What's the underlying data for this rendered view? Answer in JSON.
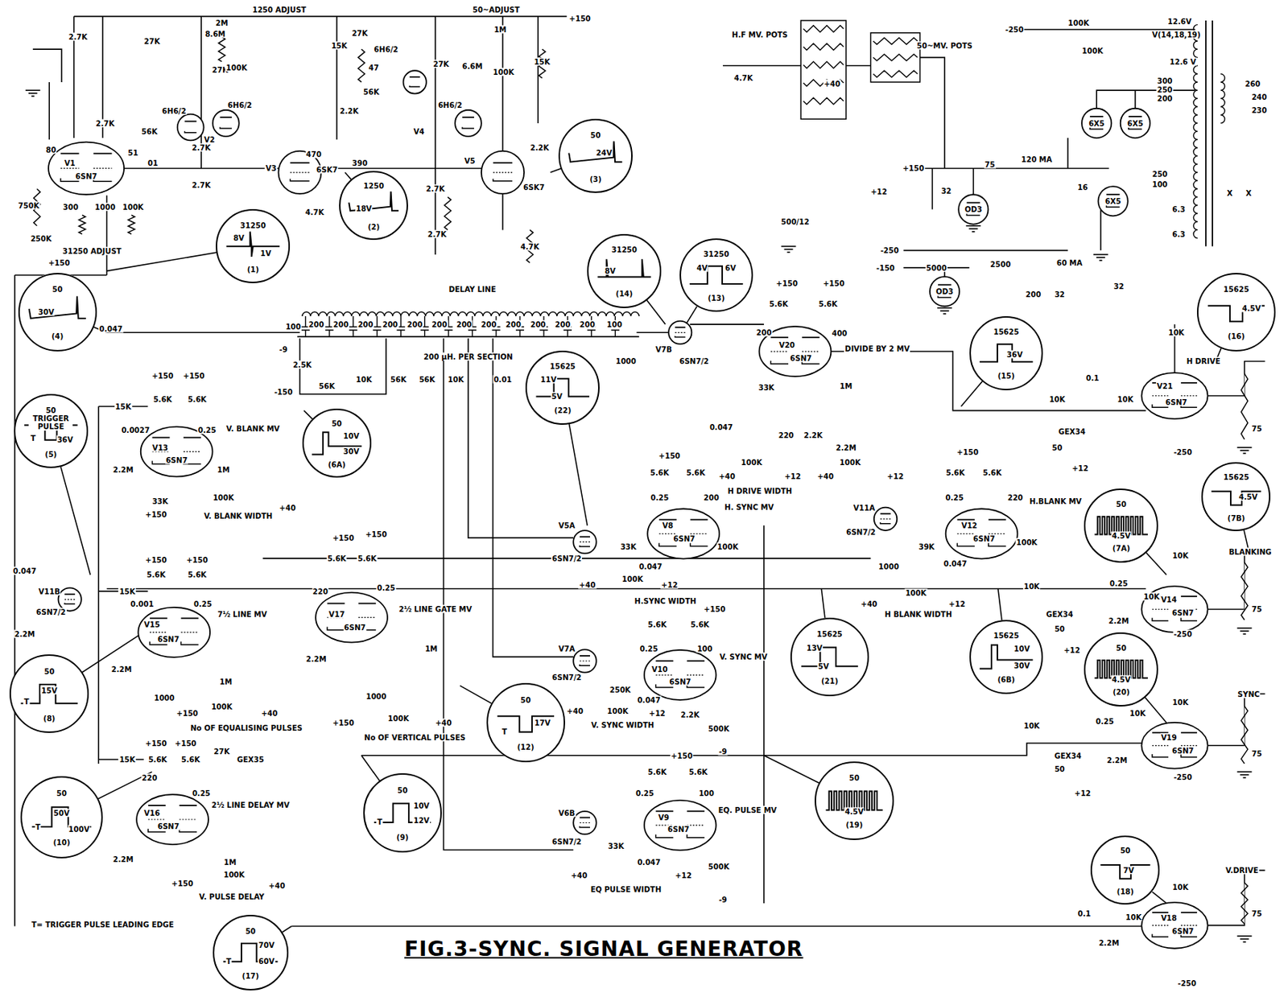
{
  "diagram": {
    "title": "FIG.3-SYNC. SIGNAL GENERATOR",
    "nodes": [
      {
        "text": [
          "50",
          "24V",
          "(3)"
        ]
      },
      {
        "text": [
          "1250",
          "18V",
          "(2)"
        ]
      },
      {
        "text": [
          "31250",
          "8V",
          "1V",
          "(1)"
        ]
      },
      {
        "text": [
          "50",
          "30V",
          "(4)"
        ]
      },
      {
        "text": [
          "31250",
          "8V",
          "(14)"
        ]
      },
      {
        "text": [
          "31250",
          "4V",
          "6V",
          "(13)"
        ]
      },
      {
        "text": [
          "15625",
          "4.5V",
          "(16)"
        ]
      },
      {
        "text": [
          "50",
          "10V",
          "30V",
          "(6A)"
        ]
      },
      {
        "text": [
          "15625",
          "36V",
          "(15)"
        ]
      },
      {
        "text": [
          "15625",
          "11V",
          "5V",
          "(22)"
        ]
      },
      {
        "text": [
          "50",
          "TRIGGER PULSE",
          "T",
          "36V",
          "(5)"
        ]
      },
      {
        "text": [
          "15625",
          "4.5V",
          "(7B)"
        ]
      },
      {
        "text": [
          "50",
          "4.5V",
          "(7A)"
        ]
      },
      {
        "text": [
          "15625",
          "13V",
          "5V",
          "(21)"
        ]
      },
      {
        "text": [
          "15625",
          "10V",
          "30V",
          "(6B)"
        ]
      },
      {
        "text": [
          "50",
          "4.5V",
          "(20)"
        ]
      },
      {
        "text": [
          "50",
          "T",
          "15V",
          "(8)"
        ]
      },
      {
        "text": [
          "50",
          "T",
          "17V",
          "(12)"
        ]
      },
      {
        "text": [
          "50",
          "4.5V",
          "(19)"
        ]
      },
      {
        "text": [
          "50",
          "T",
          "10V",
          "12V",
          "(9)"
        ]
      },
      {
        "text": [
          "50",
          "T",
          "50V",
          "100V",
          "(10)"
        ]
      },
      {
        "text": [
          "50",
          "7V",
          "(18)"
        ]
      },
      {
        "text": [
          "50",
          "T",
          "70V",
          "60V",
          "(17)"
        ]
      }
    ],
    "labels": [
      "1250 ADJUST",
      "50~ADJUST",
      "+150",
      "2.7K",
      "80",
      "2.7K",
      "51",
      "27K",
      "27K",
      "56K",
      "6H6/2",
      "V2",
      "2M",
      "8.6M",
      "100K",
      "6H6/2",
      "470",
      "V3",
      "6SK7",
      "4.7K",
      "2.7K",
      "2.7K",
      "390",
      "V1",
      "6SN7",
      "750K",
      "250K",
      "31250 ADJUST",
      "+150",
      "300",
      "1000",
      "100K",
      "01",
      "15K",
      "2.2K",
      "47",
      "27K",
      "56K",
      "6H6/2",
      "V4",
      "27K",
      "6.6M",
      "1M",
      "100K",
      "6H6/2",
      "15K",
      "V5",
      "6SK7",
      "2.7K",
      "2.7K",
      "2.2K",
      "4.7K",
      "0.047",
      "H.F MV. POTS",
      "50~MV. POTS",
      "4.7K",
      "+40",
      "+150",
      "+12",
      "500/12",
      "32",
      "OD3",
      "75",
      "120 MA",
      "16",
      "-250",
      "100K",
      "100K",
      "12.6V",
      "V(14,18,19)",
      "12.6 V",
      "300",
      "250",
      "200",
      "260",
      "240",
      "230",
      "6X5",
      "6X5",
      "250",
      "100",
      "6X5",
      "6.3",
      "6.3",
      "X",
      "X",
      "-250",
      "-150",
      "5000",
      "2500",
      "60 MA",
      "200",
      "32",
      "32",
      "OD3",
      "DELAY LINE",
      "200 μH. PER SECTION",
      "100",
      "200",
      "200",
      "200",
      "200",
      "200",
      "200",
      "200",
      "200",
      "200",
      "200",
      "200",
      "200",
      "100",
      "-9",
      "-150",
      "2.5K",
      "56K",
      "10K",
      "56K",
      "56K",
      "10K",
      "0.01",
      "1000",
      "V7B",
      "6SN7/2",
      "+150",
      "+150",
      "5.6K",
      "5.6K",
      "200",
      "400",
      "V20",
      "6SN7",
      "DIVIDE BY 2 MV",
      "33K",
      "1M",
      "0.047",
      "220",
      "2.2K",
      "2.2M",
      "100K",
      "+40",
      "H DRIVE WIDTH",
      "+12",
      "100K",
      "+40",
      "+12",
      "10K",
      "H DRIVE",
      "V21",
      "6SN7",
      "75",
      "0.1",
      "10K",
      "10K",
      "GEX34",
      "50",
      "+12",
      "-250",
      "+150",
      "5.6K",
      "5.6K",
      "0.25",
      "220",
      "H.BLANK MV",
      "V12",
      "6SN7",
      "39K",
      "0.047",
      "100K",
      "V11A",
      "6SN7/2",
      "1000",
      "+40",
      "100K",
      "+12",
      "H BLANK WIDTH",
      "10K",
      "0.25",
      "10K",
      "GEX34",
      "50",
      "2.2M",
      "+12",
      "-250",
      "V14",
      "6SN7",
      "10K",
      "BLANKING",
      "75",
      "SYNC",
      "10K",
      "V19",
      "6SN7",
      "10K",
      "0.25",
      "10K",
      "GEX34",
      "50",
      "2.2M",
      "+12",
      "-250",
      "75",
      "V.DRIVE",
      "10K",
      "V18",
      "6SN7",
      "0.1",
      "10K",
      "2.2M",
      "75",
      "-250",
      "+150",
      "5.6K",
      "5.6K",
      "0.25",
      "200",
      "H. SYNC MV",
      "V8",
      "6SN7",
      "33K",
      "0.047",
      "100K",
      "V5A",
      "6SN7/2",
      "+40",
      "100K",
      "+12",
      "H.SYNC WIDTH",
      "+150",
      "5.6K",
      "5.6K",
      "0.25",
      "100",
      "V. SYNC MV",
      "V10",
      "6SN7",
      "V7A",
      "6SN7/2",
      "250K",
      "0.047",
      "+40",
      "100K",
      "+12",
      "V. SYNC WIDTH",
      "2.2K",
      "500K",
      "-9",
      "+150",
      "5.6K",
      "5.6K",
      "0.25",
      "100",
      "EQ. PULSE MV",
      "V9",
      "6SN7",
      "V6B",
      "6SN7/2",
      "33K",
      "0.047",
      "+40",
      "+12",
      "EQ PULSE WIDTH",
      "500K",
      "-9",
      "+150",
      "+150",
      "15K",
      "5.6K",
      "5.6K",
      "0.0027",
      "0.25",
      "V. BLANK MV",
      "V13",
      "6SN7",
      "2.2M",
      "1M",
      "33K",
      "100K",
      "+150",
      "V. BLANK WIDTH",
      "+40",
      "0.047",
      "V11B",
      "6SN7/2",
      "2.2M",
      "15K",
      "+150",
      "+150",
      "5.6K",
      "5.6K",
      "0.001",
      "0.25",
      "7½ LINE MV",
      "V15",
      "6SN7",
      "2.2M",
      "1000",
      "1M",
      "100K",
      "+150",
      "+40",
      "No OF EQUALISING PULSES",
      "+150",
      "+150",
      "5.6K",
      "5.6K",
      "220",
      "0.25",
      "2½ LINE GATE MV",
      "V17",
      "6SN7",
      "2.2M",
      "1M",
      "1000",
      "+150",
      "100K",
      "+40",
      "No OF VERTICAL PULSES",
      "+150",
      "+150",
      "15K",
      "5.6K",
      "5.6K",
      "27K",
      "GEX35",
      "220",
      "0.25",
      "2½ LINE DELAY MV",
      "V16",
      "6SN7",
      "2.2M",
      "1M",
      "+150",
      "100K",
      "+40",
      "V. PULSE DELAY",
      "T= TRIGGER PULSE LEADING EDGE"
    ]
  }
}
